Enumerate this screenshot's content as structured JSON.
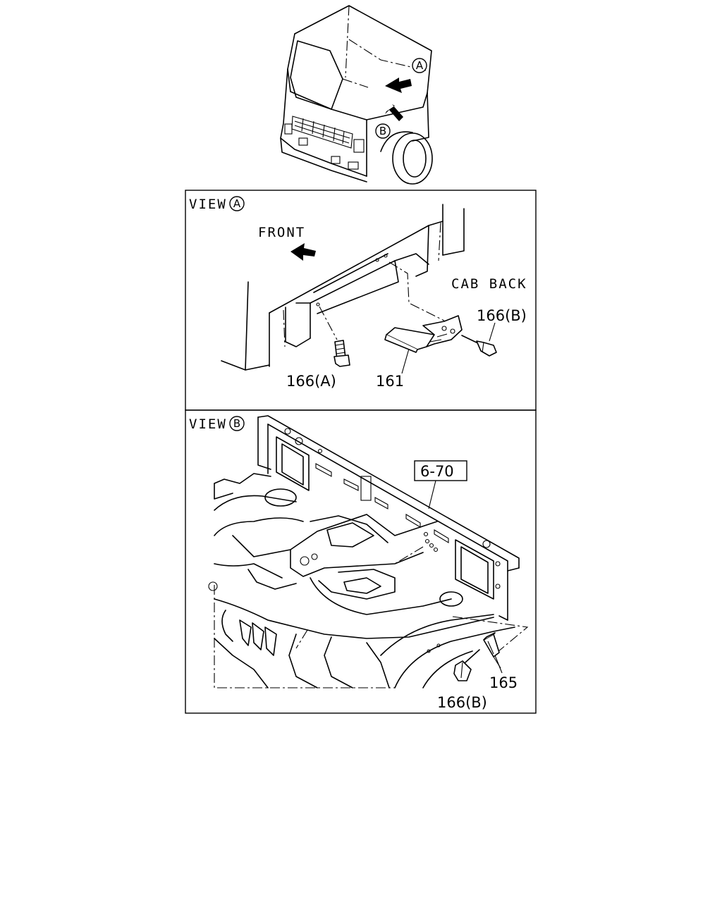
{
  "callouts": {
    "a": "A",
    "b": "B"
  },
  "view_a": {
    "title": "VIEW",
    "title_marker": "A",
    "front_label": "FRONT",
    "cab_back_label": "CAB BACK",
    "parts": {
      "bolt_top": "166(B)",
      "bolt_bottom": "166(A)",
      "bracket": "161"
    }
  },
  "view_b": {
    "title": "VIEW",
    "title_marker": "B",
    "ref_box": "6-70",
    "parts": {
      "clip": "165",
      "bolt": "166(B)"
    }
  }
}
